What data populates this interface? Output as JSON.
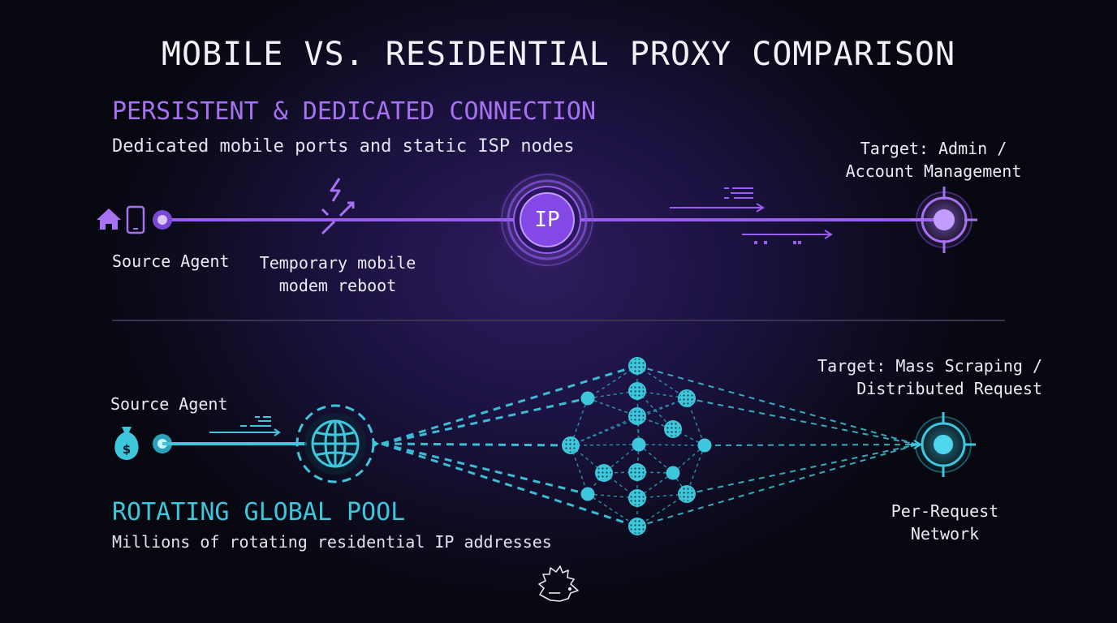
{
  "title": "MOBILE VS. RESIDENTIAL PROXY COMPARISON",
  "mobile_section": {
    "heading": "PERSISTENT & DEDICATED CONNECTION",
    "subheading": "Dedicated mobile ports and static ISP nodes",
    "source_label": "Source Agent",
    "event_label": "Temporary mobile modem reboot",
    "hub_label": "IP",
    "target_label": "Target: Admin / Account Management",
    "accent_color": "#9b5cf0",
    "icons": [
      "home-icon",
      "smartphone-icon",
      "lightning-icon",
      "ip-hub-icon",
      "target-icon"
    ]
  },
  "residential_section": {
    "heading": "ROTATING GLOBAL POOL",
    "subheading": "Millions of rotating residential IP addresses",
    "source_label": "Source Agent",
    "target_label": "Target: Mass Scraping / Distributed Request",
    "network_label": "Per-Request Network",
    "accent_color": "#3ec6dc",
    "icons": [
      "money-bag-icon",
      "globe-icon",
      "node-network-icon",
      "target-icon"
    ]
  },
  "footer": {
    "logo_icon": "hedgehog-logo-icon"
  }
}
